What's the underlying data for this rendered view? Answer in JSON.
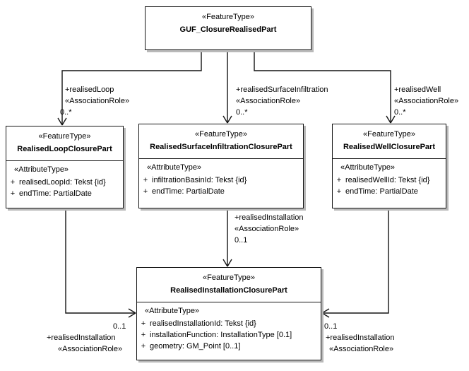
{
  "classes": [
    {
      "stereotype": "«FeatureType»",
      "name": "GUF_ClosureRealisedPart",
      "attr_header": "",
      "attributes": []
    },
    {
      "stereotype": "«FeatureType»",
      "name": "RealisedLoopClosurePart",
      "attr_header": "«AttributeType»",
      "attributes": [
        {
          "vis": "+",
          "text": "realisedLoopId: Tekst {id}"
        },
        {
          "vis": "+",
          "text": "endTime: PartialDate"
        }
      ]
    },
    {
      "stereotype": "«FeatureType»",
      "name": "RealisedSurfaceInfiltrationClosurePart",
      "attr_header": "«AttributeType»",
      "attributes": [
        {
          "vis": "+",
          "text": "infiltrationBasinId: Tekst {id}"
        },
        {
          "vis": "+",
          "text": "endTime: PartialDate"
        }
      ]
    },
    {
      "stereotype": "«FeatureType»",
      "name": "RealisedWellClosurePart",
      "attr_header": "«AttributeType»",
      "attributes": [
        {
          "vis": "+",
          "text": "realisedWellId: Tekst {id}"
        },
        {
          "vis": "+",
          "text": "endTime: PartialDate"
        }
      ]
    },
    {
      "stereotype": "«FeatureType»",
      "name": "RealisedInstallationClosurePart",
      "attr_header": "«AttributeType»",
      "attributes": [
        {
          "vis": "+",
          "text": "realisedInstallationId: Tekst {id}"
        },
        {
          "vis": "+",
          "text": "installationFunction: InstallationType [0.1]"
        },
        {
          "vis": "+",
          "text": "geometry: GM_Point [0..1]"
        }
      ]
    }
  ],
  "edges": [
    {
      "role": "+realisedLoop",
      "stereotype": "«AssociationRole»",
      "multiplicity": "0..*"
    },
    {
      "role": "+realisedSurfaceInfiltration",
      "stereotype": "«AssociationRole»",
      "multiplicity": "0..*"
    },
    {
      "role": "+realisedWell",
      "stereotype": "«AssociationRole»",
      "multiplicity": "0..*"
    },
    {
      "role": "+realisedInstallation",
      "stereotype": "«AssociationRole»",
      "multiplicity": "0..1"
    },
    {
      "role": "+realisedInstallation",
      "stereotype": "«AssociationRole»",
      "multiplicity": "0..1"
    },
    {
      "role": "+realisedInstallation",
      "stereotype": "«AssociationRole»",
      "multiplicity": "0..1"
    }
  ],
  "colors": {
    "background": "#ffffff",
    "box_fill": "#ffffff",
    "box_border": "#141414",
    "box_shadow": "#b9b9b9",
    "line": "#141414"
  }
}
